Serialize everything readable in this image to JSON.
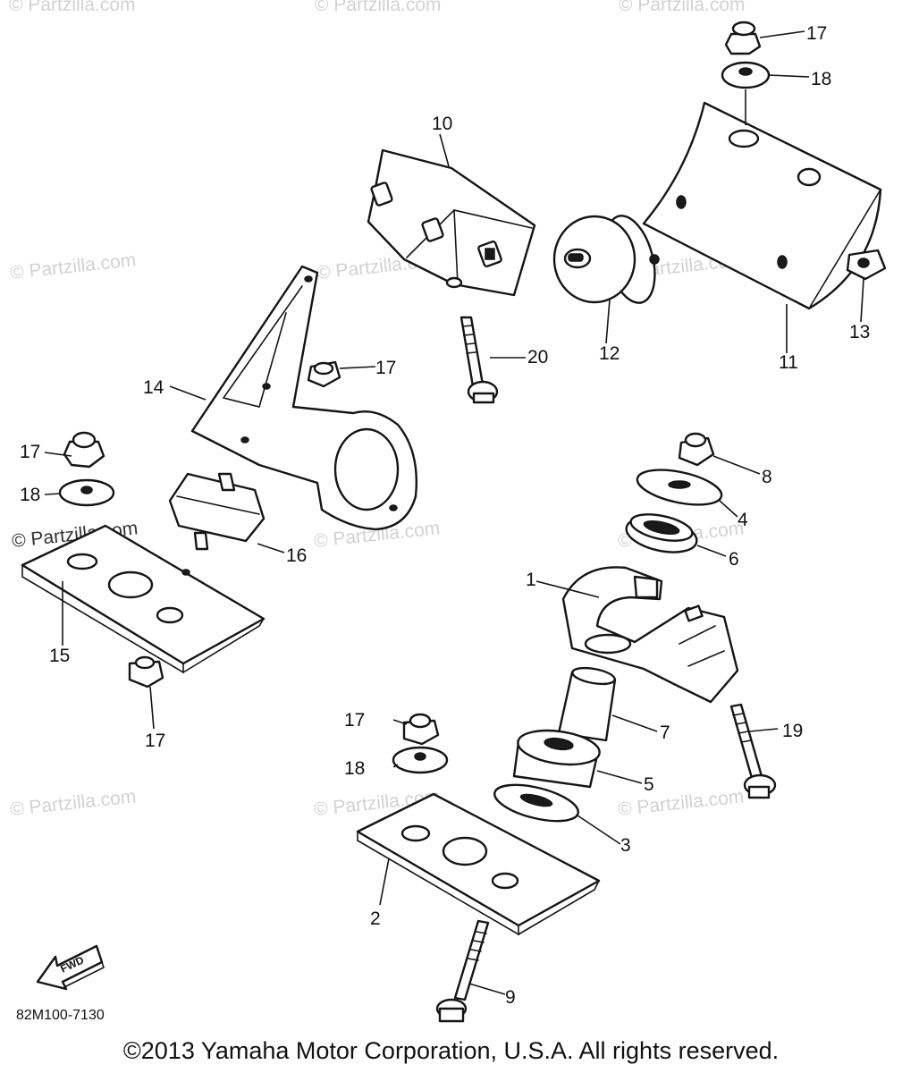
{
  "diagram": {
    "watermark": "© Partzilla.com",
    "model_code": "82M100-7130",
    "fwd_label": "FWD",
    "callouts": [
      "1",
      "2",
      "3",
      "4",
      "5",
      "6",
      "7",
      "8",
      "9",
      "10",
      "11",
      "12",
      "13",
      "14",
      "15",
      "16",
      "17",
      "18",
      "19",
      "20"
    ]
  },
  "footer": {
    "copyright": "©2013 Yamaha Motor Corporation, U.S.A. All rights reserved."
  }
}
